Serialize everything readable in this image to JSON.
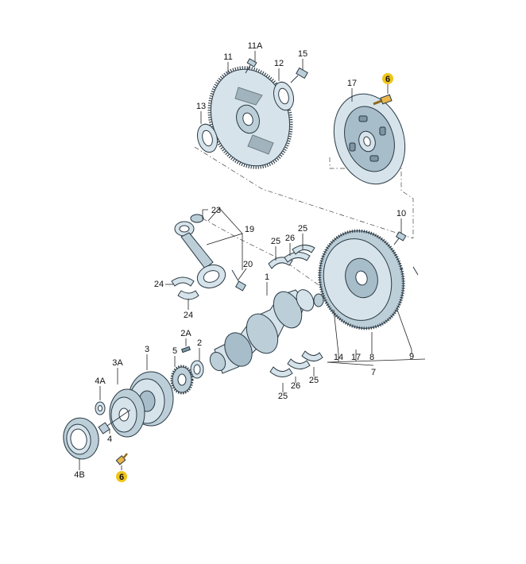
{
  "diagram": {
    "highlight_color": "#f0c419",
    "part_color": "#d6e3ea",
    "callouts": [
      {
        "id": "11A",
        "label": "11A"
      },
      {
        "id": "11",
        "label": "11"
      },
      {
        "id": "12",
        "label": "12"
      },
      {
        "id": "15",
        "label": "15"
      },
      {
        "id": "13",
        "label": "13"
      },
      {
        "id": "6-top",
        "label": "6",
        "highlighted": true
      },
      {
        "id": "17-top",
        "label": "17"
      },
      {
        "id": "23",
        "label": "23"
      },
      {
        "id": "19",
        "label": "19"
      },
      {
        "id": "20",
        "label": "20"
      },
      {
        "id": "25-a",
        "label": "25"
      },
      {
        "id": "26-a",
        "label": "26"
      },
      {
        "id": "25-b",
        "label": "25"
      },
      {
        "id": "10",
        "label": "10"
      },
      {
        "id": "1",
        "label": "1"
      },
      {
        "id": "24-a",
        "label": "24"
      },
      {
        "id": "24-b",
        "label": "24"
      },
      {
        "id": "2A",
        "label": "2A"
      },
      {
        "id": "3",
        "label": "3"
      },
      {
        "id": "3A",
        "label": "3A"
      },
      {
        "id": "5",
        "label": "5"
      },
      {
        "id": "2",
        "label": "2"
      },
      {
        "id": "14",
        "label": "14"
      },
      {
        "id": "17-bottom",
        "label": "17"
      },
      {
        "id": "8",
        "label": "8"
      },
      {
        "id": "9",
        "label": "9"
      },
      {
        "id": "7",
        "label": "7"
      },
      {
        "id": "26-b",
        "label": "26"
      },
      {
        "id": "25-c",
        "label": "25"
      },
      {
        "id": "25-d",
        "label": "25"
      },
      {
        "id": "4A",
        "label": "4A"
      },
      {
        "id": "4",
        "label": "4"
      },
      {
        "id": "4B",
        "label": "4B"
      },
      {
        "id": "6-bottom",
        "label": "6",
        "highlighted": true
      }
    ]
  }
}
